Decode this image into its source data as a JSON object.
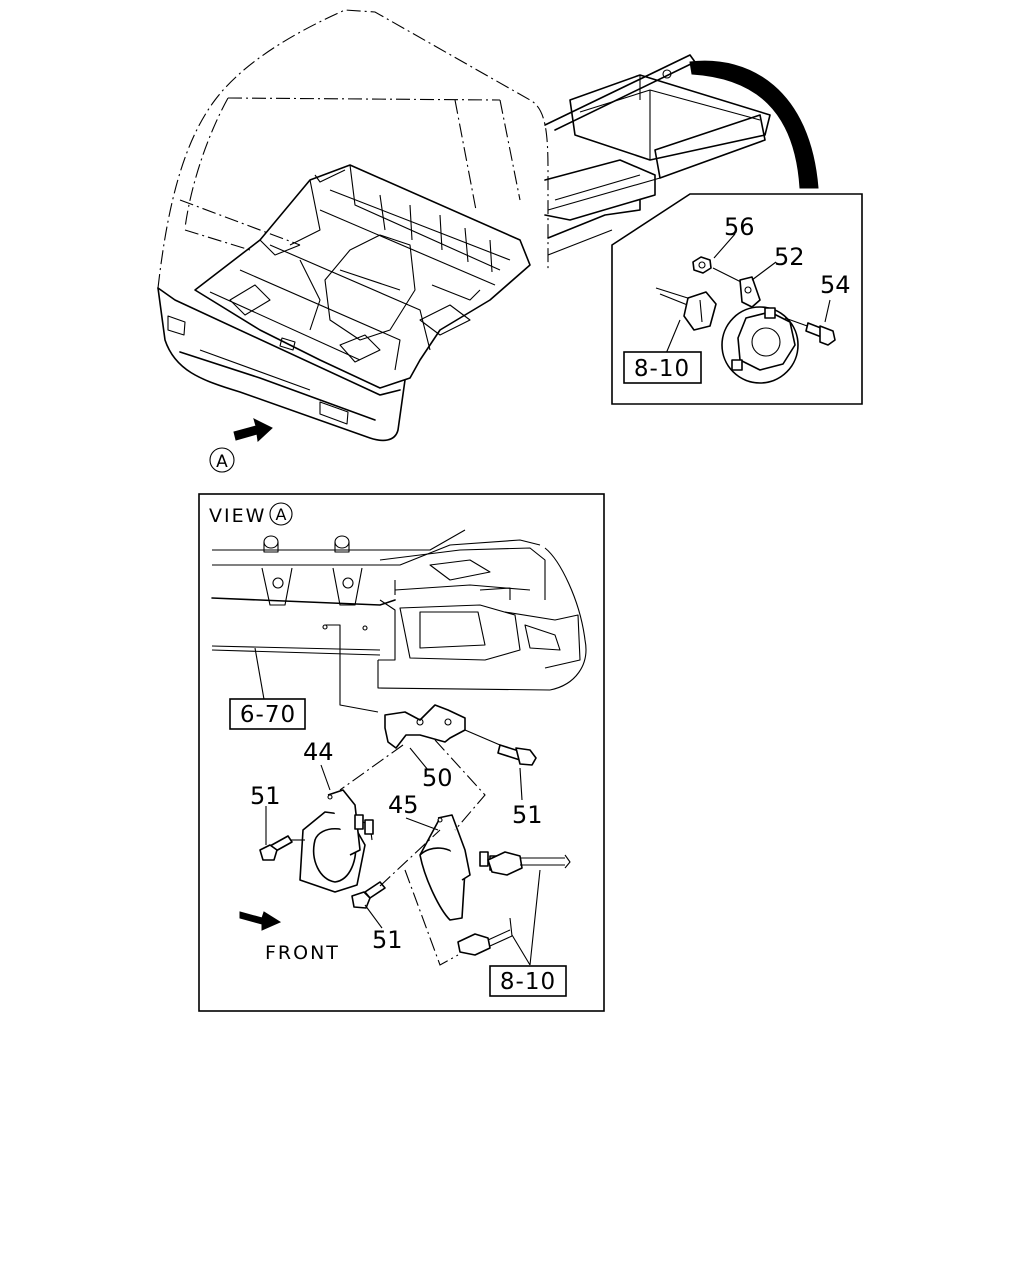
{
  "callouts": {
    "c56": "56",
    "c52": "52",
    "c54": "54",
    "c44": "44",
    "c45": "45",
    "c50": "50",
    "c51a": "51",
    "c51b": "51",
    "c51c": "51"
  },
  "refs": {
    "top_ref": "8-10",
    "view_ref_frame": "6-70",
    "view_ref_wiring": "8-10"
  },
  "labels": {
    "view_marker": "A",
    "view_title": "VIEW",
    "view_marker_in_title": "A",
    "front": "FRONT"
  }
}
